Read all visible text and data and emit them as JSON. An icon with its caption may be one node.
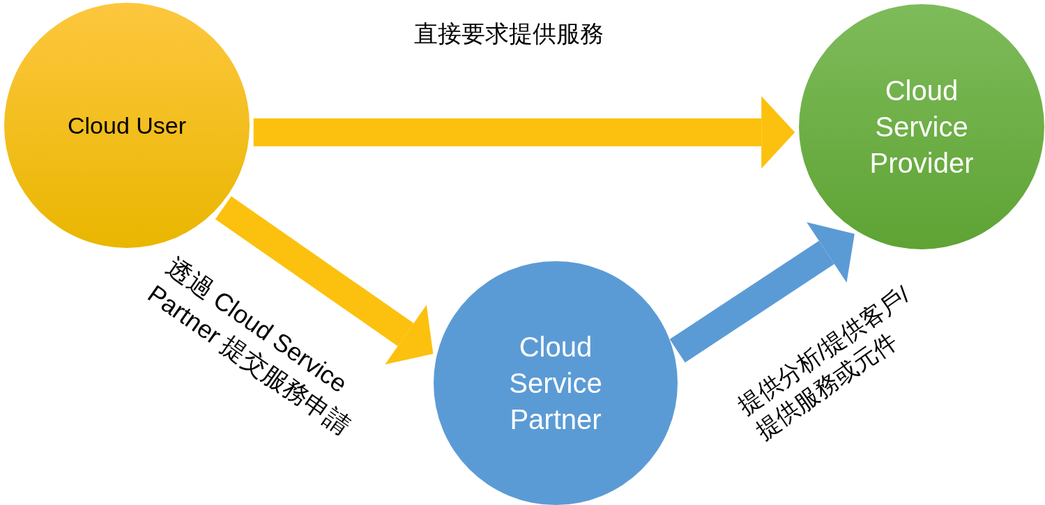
{
  "diagram": {
    "nodes": [
      {
        "text": [
          "Cloud User"
        ]
      },
      {
        "text": [
          "Cloud Service Provider"
        ]
      },
      {
        "text": [
          "Cloud Service Partner"
        ]
      }
    ],
    "edges": [
      {
        "from": 0,
        "to": 1,
        "arrow": "to",
        "label": "直接要求提供服務"
      },
      {
        "from": 0,
        "to": 2,
        "arrow": "to",
        "label": "透過 Cloud Service Partner 提交服務申請"
      },
      {
        "from": 2,
        "to": 1,
        "arrow": "to",
        "color": "#5b9bd5",
        "label": "提供分析/提供客戶/提供服務或元件"
      }
    ]
  }
}
